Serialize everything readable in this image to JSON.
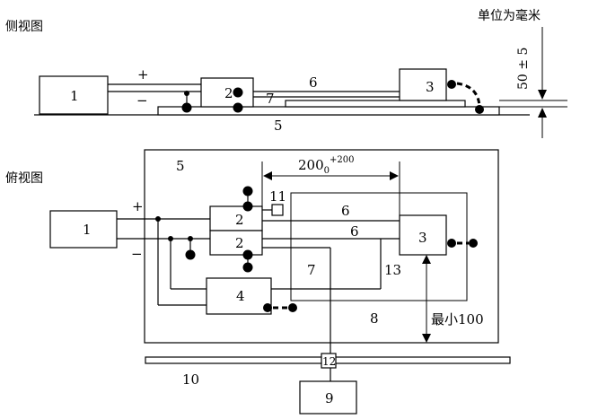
{
  "titles": {
    "side_view": "侧视图",
    "top_view": "俯视图",
    "unit": "单位为毫米"
  },
  "side": {
    "label_1": "1",
    "label_2": "2",
    "label_3": "3",
    "label_5": "5",
    "label_6": "6",
    "label_7": "7",
    "plus": "+",
    "minus": "−",
    "height_dim": "50 ± 5"
  },
  "top": {
    "label_1": "1",
    "label_2a": "2",
    "label_2b": "2",
    "label_3": "3",
    "label_4": "4",
    "label_5": "5",
    "label_6a": "6",
    "label_6b": "6",
    "label_7": "7",
    "label_8": "8",
    "label_9": "9",
    "label_10": "10",
    "label_11": "11",
    "label_12": "12",
    "label_13": "13",
    "plus": "+",
    "minus": "−",
    "dim_length_base": "200",
    "dim_length_sub": "0",
    "dim_length_sup": "+200",
    "min_distance": "最小100"
  }
}
